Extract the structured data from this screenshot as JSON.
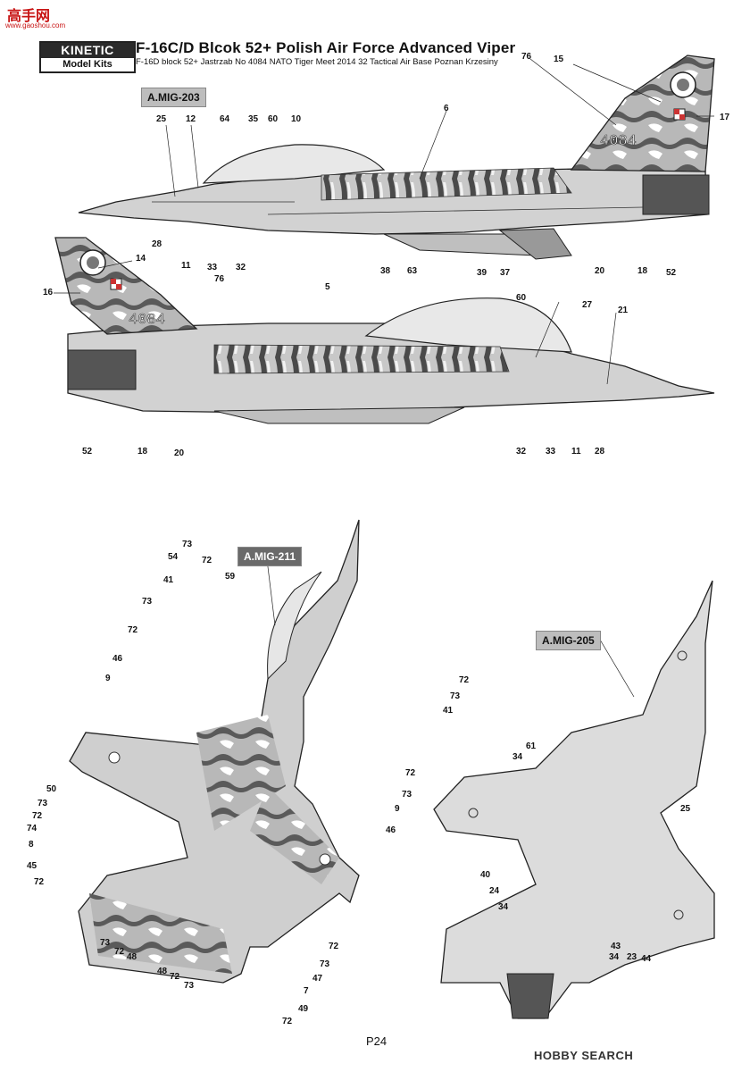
{
  "watermark": {
    "top_left": "高手网",
    "top_left_sub": "www.gaoshou.com",
    "bottom_right": "HOBBY SEARCH"
  },
  "header": {
    "logo_brand": "KINETIC",
    "logo_sub": "Model Kits",
    "title": "F-16C/D Blcok 52+ Polish Air Force Advanced Viper",
    "subtitle": "F-16D block 52+ Jastrzab No 4084 NATO Tiger Meet 2014 32 Tactical Air Base Poznan Krzesiny"
  },
  "views": {
    "side_left": {
      "tag": "A.MIG-203",
      "serial": "4084"
    },
    "side_right": {
      "serial": "4084"
    },
    "top": {
      "tag": "A.MIG-211"
    },
    "bottom": {
      "tag": "A.MIG-205"
    }
  },
  "callouts": {
    "side1": [
      "25",
      "12",
      "64",
      "35",
      "60",
      "10",
      "6",
      "76",
      "15",
      "17",
      "28",
      "11",
      "33",
      "32",
      "38",
      "63",
      "39",
      "37",
      "20",
      "18",
      "52"
    ],
    "side2": [
      "14",
      "16",
      "76",
      "5",
      "60",
      "27",
      "21",
      "52",
      "18",
      "20",
      "32",
      "33",
      "11",
      "28"
    ],
    "top": [
      "73",
      "54",
      "72",
      "59",
      "41",
      "73",
      "72",
      "46",
      "9",
      "50",
      "73",
      "72",
      "74",
      "8",
      "45",
      "72",
      "73",
      "72",
      "48",
      "48",
      "72",
      "73",
      "72",
      "73",
      "9",
      "46",
      "41",
      "72",
      "73",
      "72",
      "73",
      "47",
      "7",
      "49",
      "72"
    ],
    "bottom": [
      "61",
      "34",
      "25",
      "40",
      "24",
      "34",
      "43",
      "23",
      "44",
      "34"
    ]
  },
  "footer": {
    "page": "P24"
  }
}
